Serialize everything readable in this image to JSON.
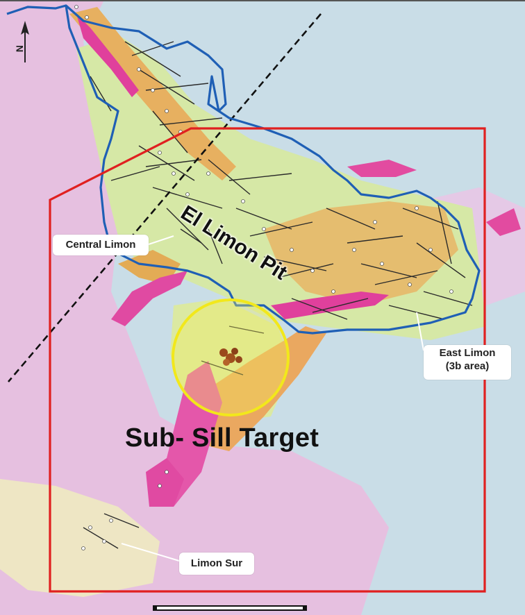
{
  "labels": {
    "pit": "El Limon Pit",
    "central": "Central Limon",
    "east_line1": "East Limon",
    "east_line2": "(3b area)",
    "sur": "Limon Sur",
    "target": "Sub- Sill Target",
    "north": "N"
  },
  "icons": {
    "north_arrow": "north-arrow-icon",
    "scale_bar": "scale-bar"
  },
  "colors": {
    "claim_boundary": "#e02020",
    "pit_outline": "#1f5fb5",
    "target_circle": "#f2e81b",
    "fault_line": "#111111",
    "unit_pink": "#e7bfe0",
    "unit_blue": "#c6dbe6",
    "unit_green": "#d9eaa8",
    "unit_orange": "#e8b05c",
    "unit_magenta": "#e0409c"
  }
}
